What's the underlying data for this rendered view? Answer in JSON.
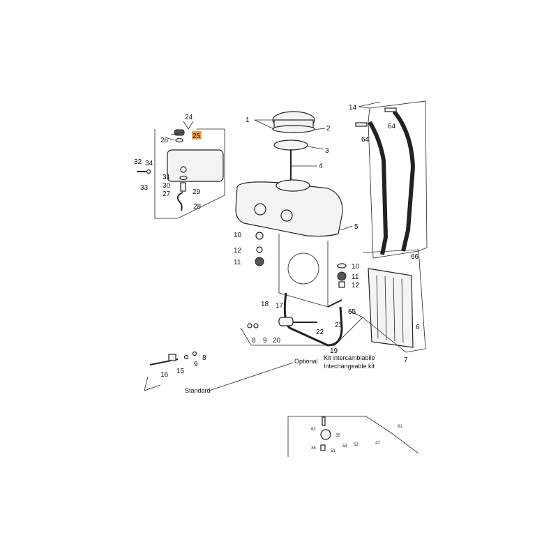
{
  "diagram": {
    "highlight_color": "#f0a050",
    "highlighted_label": "25",
    "labels": {
      "l24": "24",
      "l25": "25",
      "l26": "26",
      "l32": "32",
      "l34": "34",
      "l33": "33",
      "l31": "31",
      "l30": "30",
      "l29": "29",
      "l27": "27",
      "l28": "28",
      "l1": "1",
      "l2": "2",
      "l3": "3",
      "l4": "4",
      "l14": "14",
      "l64a": "64",
      "l64b": "64",
      "l5": "5",
      "l10a": "10",
      "l12a": "12",
      "l11a": "11",
      "l10b": "10",
      "l11b": "11",
      "l12b": "12",
      "l66": "66",
      "l65": "65",
      "l18": "18",
      "l17": "17",
      "l23": "23",
      "l22": "22",
      "l6": "6",
      "l7": "7",
      "l8a": "8",
      "l9a": "9",
      "l20": "20",
      "l19": "19",
      "l8b": "8",
      "l9b": "9",
      "l15": "15",
      "l16": "16"
    },
    "captions": {
      "optional": "Optional",
      "kit_it": "Kit intercambiabile",
      "kit_en": "Intechangeable kit",
      "standard": "Standard"
    },
    "inset_labels": {
      "l61": "61",
      "l62": "62",
      "l35": "35",
      "l36": "36",
      "l51": "51",
      "l53": "53",
      "l52": "52",
      "l47": "47"
    }
  }
}
